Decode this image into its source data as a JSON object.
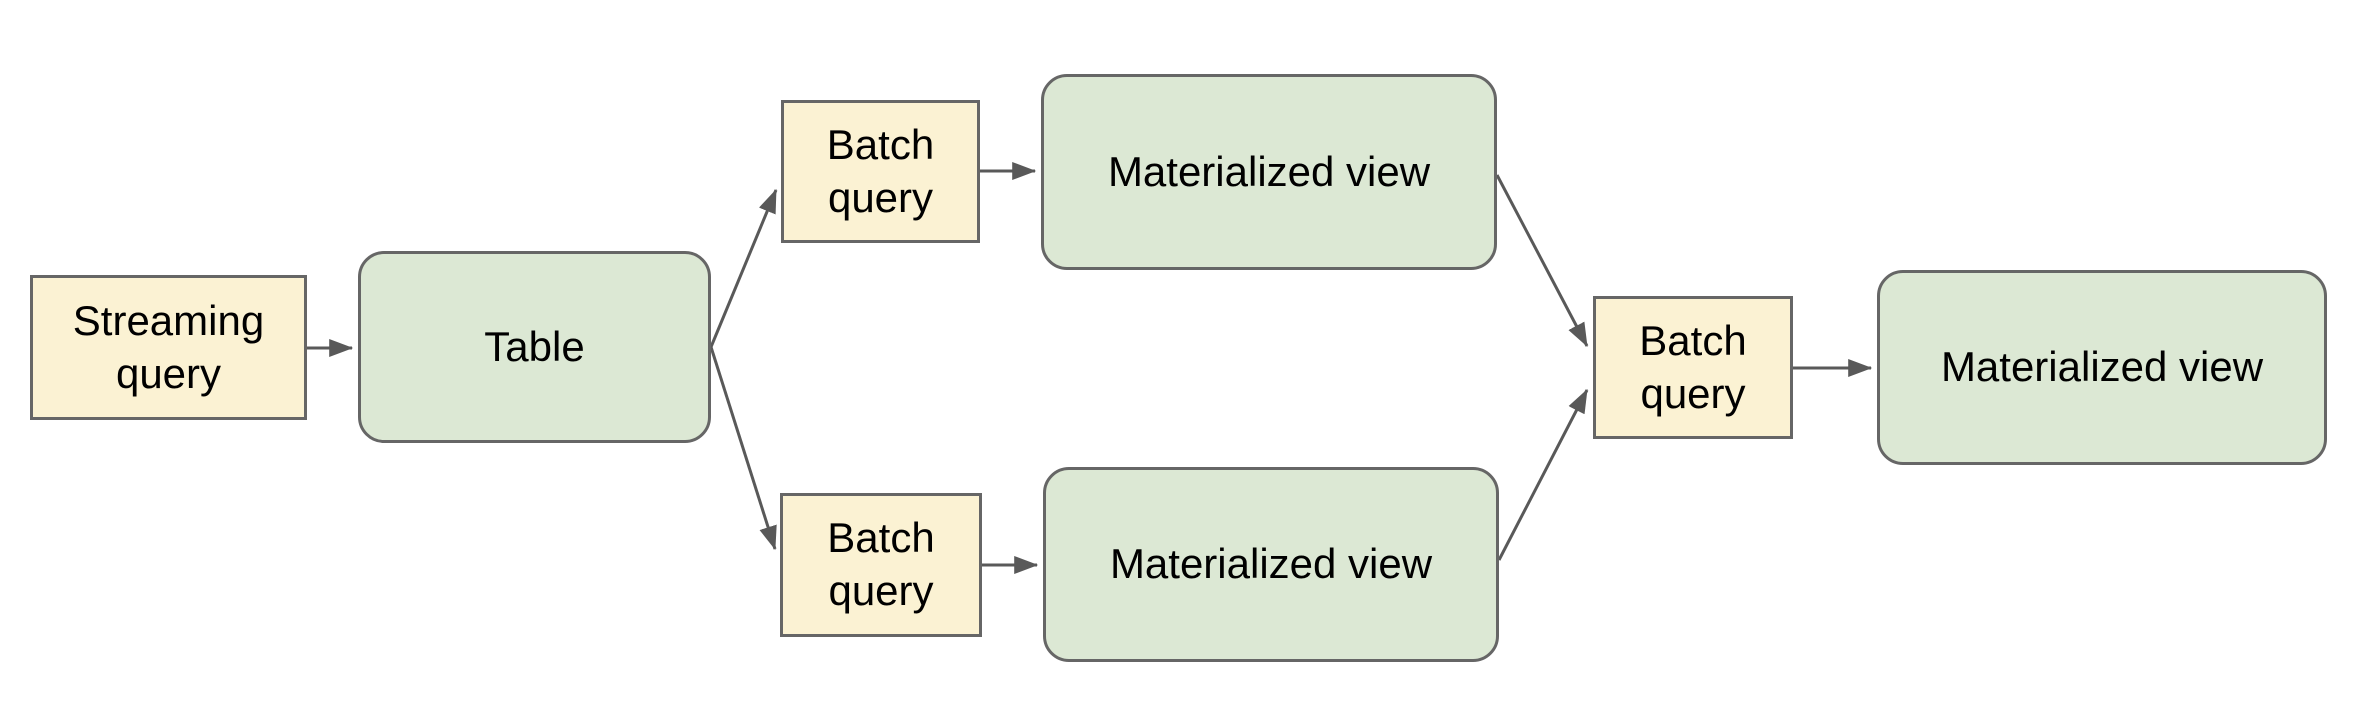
{
  "diagram": {
    "type": "flow-diagram",
    "background": "#FFFFFF",
    "colors": {
      "query_node_fill": "#FBF2D3",
      "view_node_fill": "#DCE8D4",
      "node_border": "#666666",
      "arrow": "#595959",
      "text": "#000000"
    },
    "nodes": [
      {
        "id": "streaming-query",
        "label": "Streaming query",
        "shape": "rectangle",
        "fill": "#FBF2D3"
      },
      {
        "id": "table",
        "label": "Table",
        "shape": "rounded-rectangle",
        "fill": "#DCE8D4"
      },
      {
        "id": "batch-query-top",
        "label": "Batch query",
        "shape": "rectangle",
        "fill": "#FBF2D3"
      },
      {
        "id": "materialized-view-top",
        "label": "Materialized view",
        "shape": "rounded-rectangle",
        "fill": "#DCE8D4"
      },
      {
        "id": "batch-query-bottom",
        "label": "Batch query",
        "shape": "rectangle",
        "fill": "#FBF2D3"
      },
      {
        "id": "materialized-view-bottom",
        "label": "Materialized view",
        "shape": "rounded-rectangle",
        "fill": "#DCE8D4"
      },
      {
        "id": "batch-query-right",
        "label": "Batch query",
        "shape": "rectangle",
        "fill": "#FBF2D3"
      },
      {
        "id": "materialized-view-right",
        "label": "Materialized view",
        "shape": "rounded-rectangle",
        "fill": "#DCE8D4"
      }
    ],
    "edges": [
      {
        "from": "streaming-query",
        "to": "table"
      },
      {
        "from": "table",
        "to": "batch-query-top"
      },
      {
        "from": "table",
        "to": "batch-query-bottom"
      },
      {
        "from": "batch-query-top",
        "to": "materialized-view-top"
      },
      {
        "from": "batch-query-bottom",
        "to": "materialized-view-bottom"
      },
      {
        "from": "materialized-view-top",
        "to": "batch-query-right"
      },
      {
        "from": "materialized-view-bottom",
        "to": "batch-query-right"
      },
      {
        "from": "batch-query-right",
        "to": "materialized-view-right"
      }
    ]
  }
}
